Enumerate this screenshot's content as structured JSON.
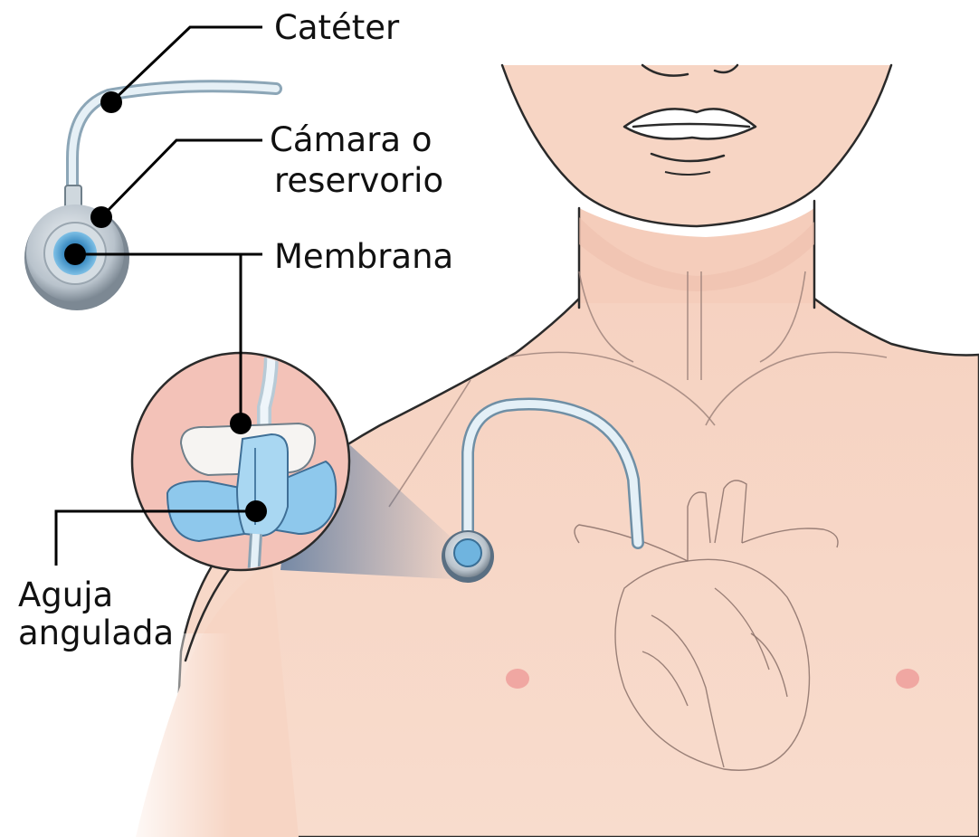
{
  "labels": {
    "cateter": "Catéter",
    "camara_line1": "Cámara o",
    "camara_line2": "reservorio",
    "membrana": "Membrana",
    "aguja_line1": "Aguja",
    "aguja_line2": "angulada"
  },
  "colors": {
    "skin": "#f7d5c4",
    "skin_shadow": "#efc3b0",
    "zoom_background": "#f0b8b0",
    "port_blue": "#5fa8d3",
    "needle_blue": "#8ec8ec",
    "catheter": "#cfe3ef"
  },
  "icons": {
    "port_device": "port-device-icon",
    "heart": "heart-icon"
  }
}
